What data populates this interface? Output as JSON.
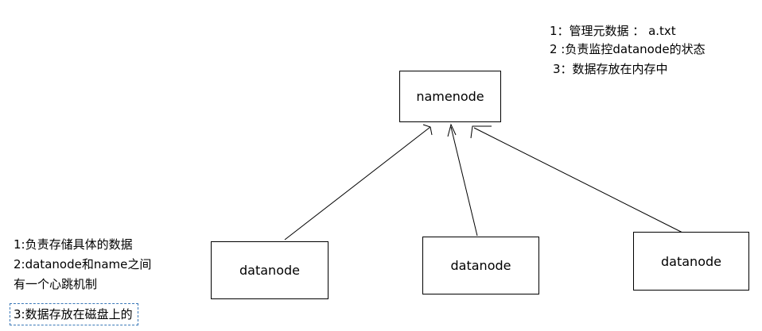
{
  "namenode": {
    "label": "namenode"
  },
  "datanodes": [
    {
      "label": "datanode"
    },
    {
      "label": "datanode"
    },
    {
      "label": "datanode"
    }
  ],
  "namenode_notes": [
    "1：管理元数据 ： a.txt",
    "2 :负责监控datanode的状态",
    "3：数据存放在内存中"
  ],
  "datanode_notes": [
    "1:负责存储具体的数据",
    "2:datanode和name之间",
    "有一个心跳机制"
  ],
  "datanode_note_boxed": "3:数据存放在磁盘上的"
}
